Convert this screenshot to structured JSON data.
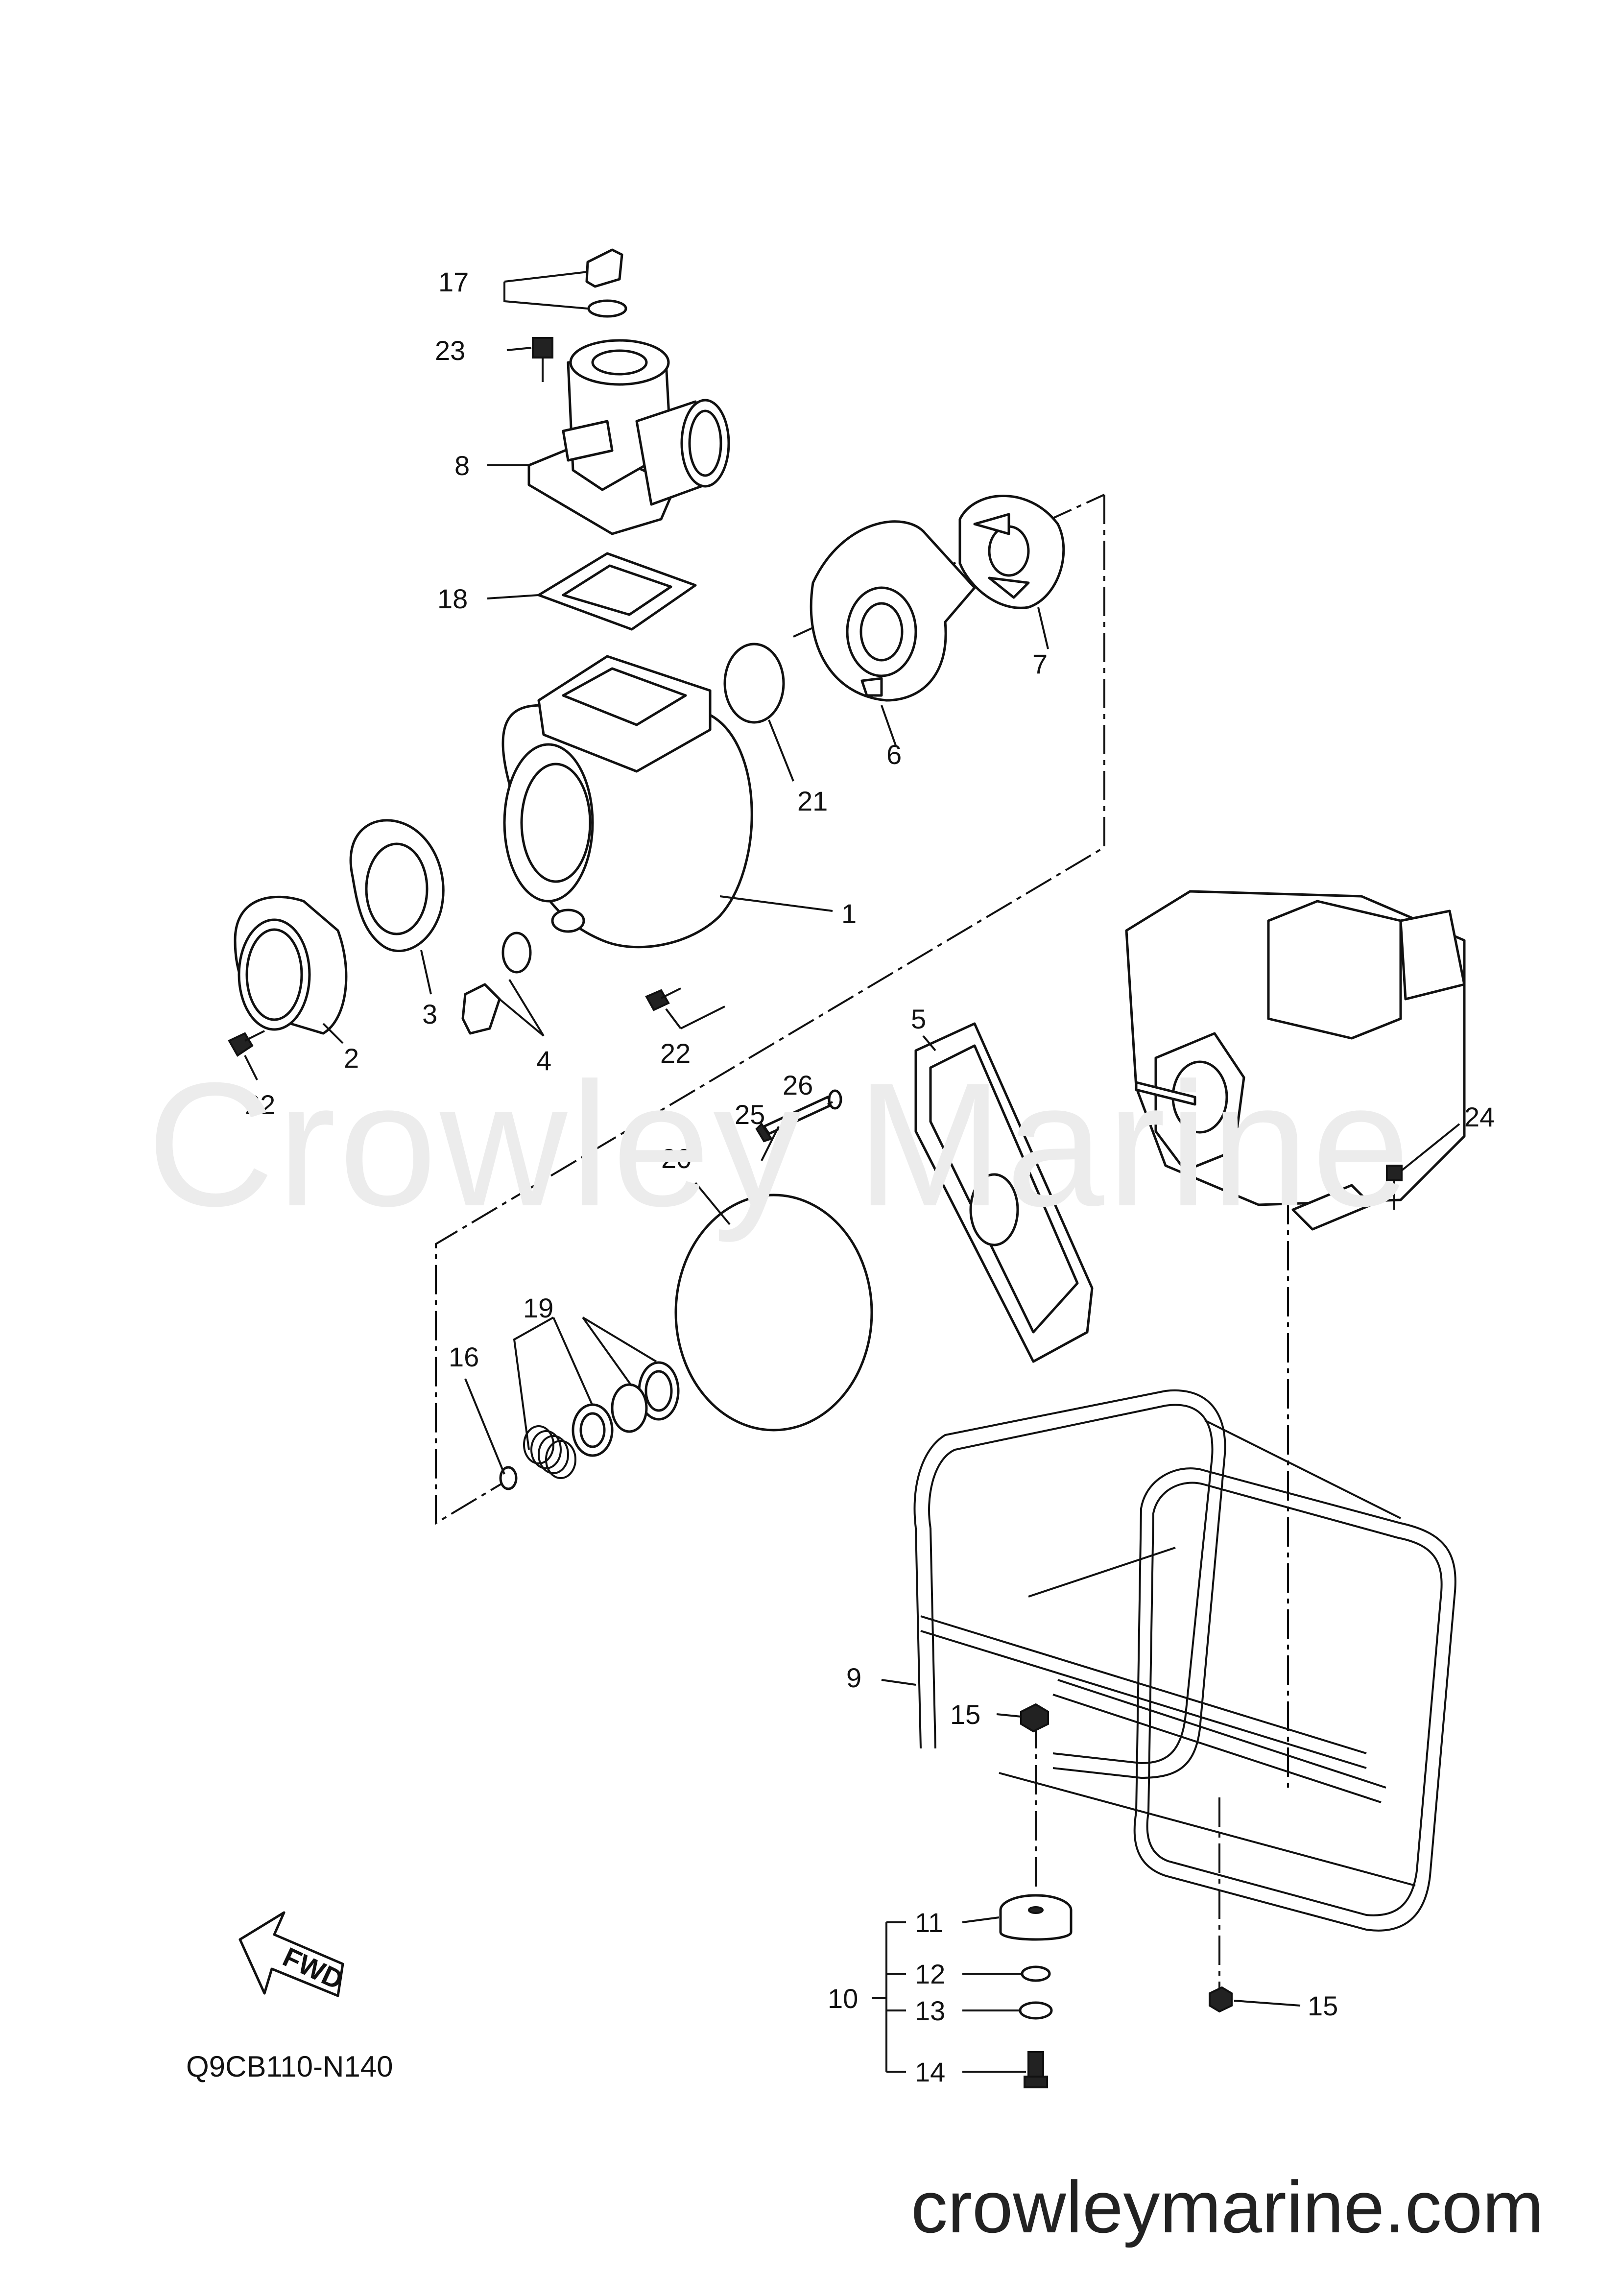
{
  "watermark": "Crowley Marine",
  "footer_url": "crowleymarine.com",
  "diagram_code": "Q9CB110-N140",
  "fwd_arrow": "FWD",
  "callouts": {
    "c1": "1",
    "c2": "2",
    "c3": "3",
    "c4": "4",
    "c5": "5",
    "c6": "6",
    "c7": "7",
    "c8": "8",
    "c9": "9",
    "c10": "10",
    "c11": "11",
    "c12": "12",
    "c13": "13",
    "c14": "14",
    "c15a": "15",
    "c15b": "15",
    "c16": "16",
    "c17": "17",
    "c18": "18",
    "c19": "19",
    "c20": "20",
    "c21": "21",
    "c22a": "22",
    "c22b": "22",
    "c23": "23",
    "c24": "24",
    "c25": "25",
    "c26": "26"
  }
}
